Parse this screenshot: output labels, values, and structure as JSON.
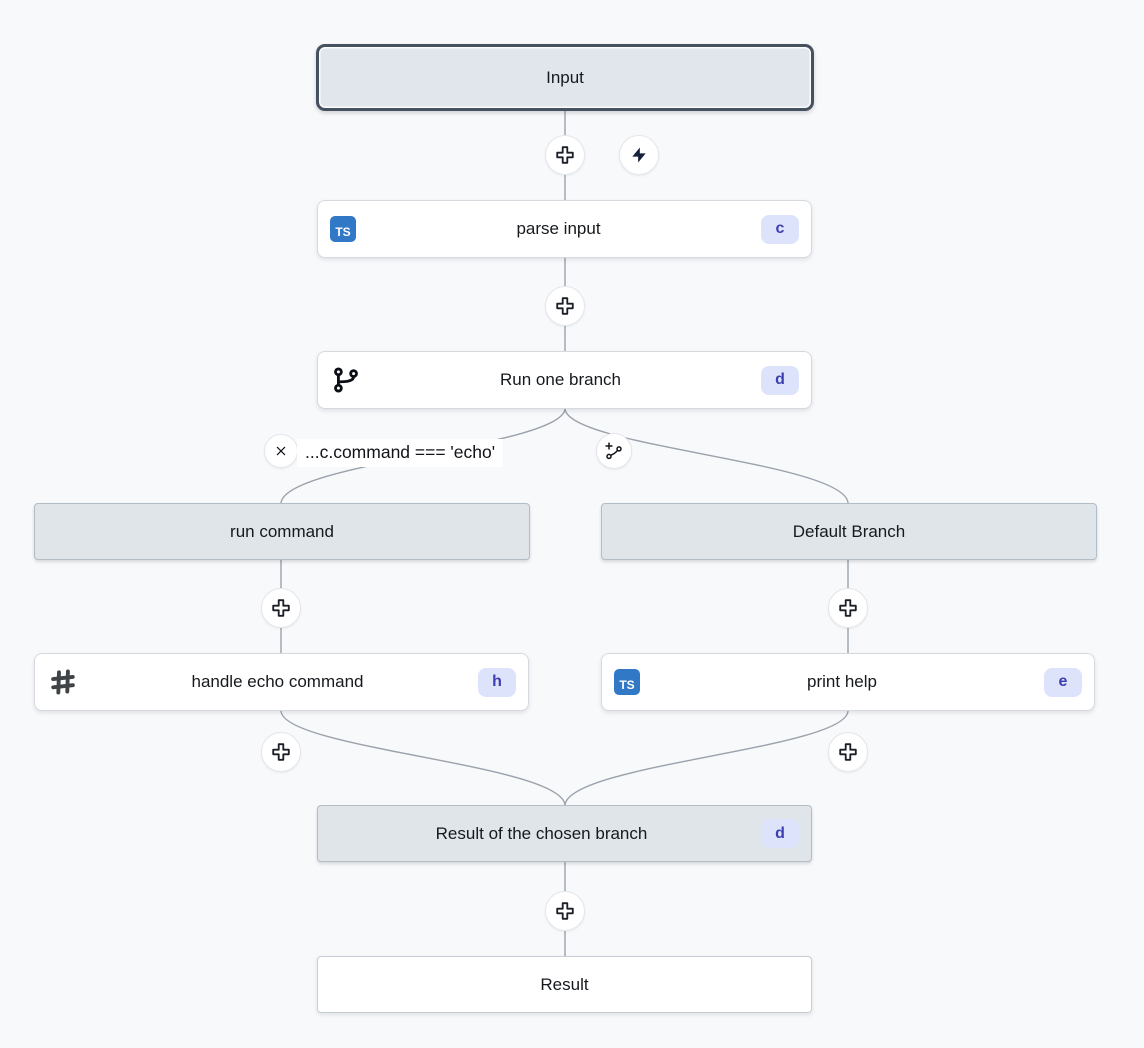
{
  "flow": {
    "nodes": {
      "input": {
        "label": "Input"
      },
      "parse_input": {
        "label": "parse input",
        "badge": "c",
        "icon": "typescript"
      },
      "run_one_branch": {
        "label": "Run one branch",
        "badge": "d",
        "icon": "git-branch"
      },
      "run_command": {
        "label": "run command"
      },
      "handle_echo_command": {
        "label": "handle echo command",
        "badge": "h",
        "icon": "hash"
      },
      "default_branch": {
        "label": "Default Branch"
      },
      "print_help": {
        "label": "print help",
        "badge": "e",
        "icon": "typescript"
      },
      "result_of_chosen_branch": {
        "label": "Result of the chosen branch",
        "badge": "d"
      },
      "result": {
        "label": "Result"
      }
    },
    "branch_condition": {
      "expression": "...c.command === 'echo'"
    },
    "icons": {
      "typescript_label": "TS"
    },
    "colors": {
      "background": "#f8f9fb",
      "edge": "#9aa2ac",
      "node_gray_fill": "#dfe5e9",
      "selected_border": "#46525f",
      "badge_bg": "#dee3fc",
      "badge_text": "#3c3faf",
      "typescript_blue": "#3178c6",
      "bolt": "#17203a"
    }
  }
}
